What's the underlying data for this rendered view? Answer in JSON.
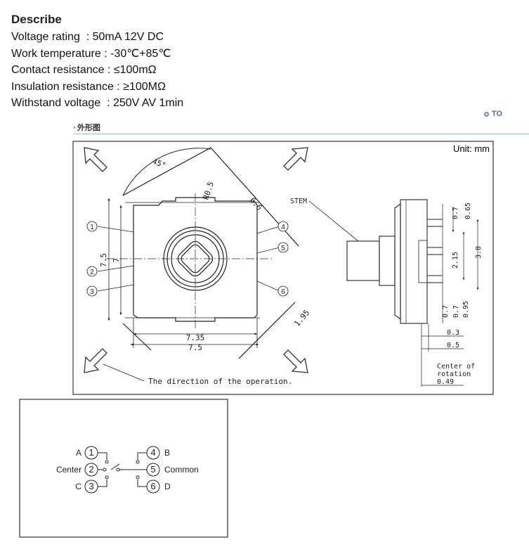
{
  "describe": {
    "title": "Describe",
    "specs": [
      "Voltage rating  : 50mA 12V DC",
      "Work temperature : -30℃+85℃",
      "Contact resistance : ≤100mΩ",
      "Insulation resistance : ≥100MΩ",
      "Withstand voltage  : 250V AV 1min"
    ]
  },
  "top_link": "TO",
  "section": {
    "bullet": "•",
    "title": "外形图"
  },
  "drawing": {
    "unit_label": "Unit: mm",
    "stem_label": "STEM",
    "direction_note": "The direction of the operation.",
    "center_note": [
      "Center of",
      "rotation"
    ],
    "pin_numbers": [
      "1",
      "2",
      "3",
      "4",
      "5",
      "6"
    ],
    "dims": {
      "angle": "45°",
      "radius": "R0.5",
      "diag": "6.6",
      "side_outer": "7.5",
      "side_inner": "7",
      "bottom_inner": "7.35",
      "bottom_outer": "7.5",
      "diag_small": "1.95",
      "right_07": "0.7",
      "right_065": "0.65",
      "right_215": "2.15",
      "right_38": "3.8",
      "right_07b": "0.7",
      "right_07c": "0.7",
      "right_095": "0.95",
      "right_03": "0.3",
      "right_05": "0.5",
      "right_049": "0.49"
    }
  },
  "schematic": {
    "left_labels": [
      "A",
      "Center",
      "C"
    ],
    "right_labels": [
      "B",
      "Common",
      "D"
    ],
    "left_pins": [
      "1",
      "2",
      "3"
    ],
    "right_pins": [
      "4",
      "5",
      "6"
    ]
  }
}
